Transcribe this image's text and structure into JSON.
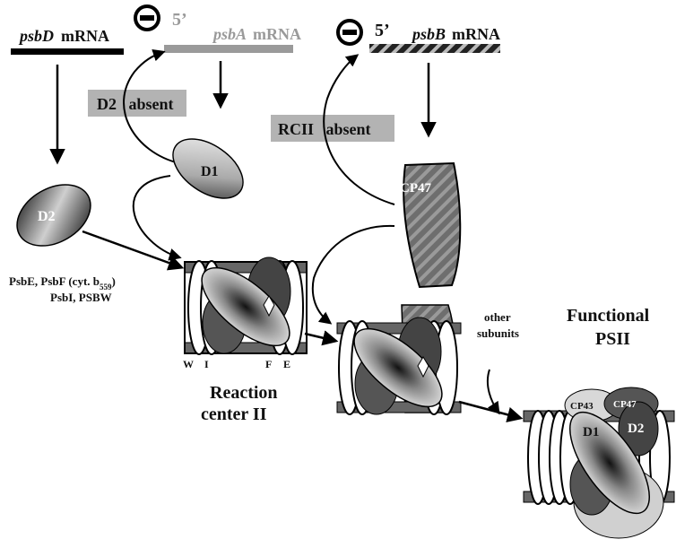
{
  "mrnas": {
    "psbD": {
      "name": "psbD",
      "suffix": " mRNA"
    },
    "psbA": {
      "prime": "5’",
      "name": "psbA",
      "suffix": " mRNA"
    },
    "psbB": {
      "prime": "5’",
      "name": "psbB",
      "suffix": " mRNA"
    }
  },
  "conditions": {
    "d2_absent": "D2   absent",
    "rcii_absent": "RCII   absent"
  },
  "proteins": {
    "d1": "D1",
    "d2": "D2",
    "cp47": "CP47"
  },
  "cofactors": {
    "line1_a": "PsbE, PsbF (cyt. b",
    "line1_sub": "559",
    "line1_b": ")",
    "line2": "PsbI, PSBW"
  },
  "rc_subunits": {
    "w": "W",
    "i": "I",
    "f": "F",
    "e": "E"
  },
  "reaction_center": {
    "line1": "Reaction",
    "line2": "center II"
  },
  "other_subunits": {
    "line1": "other",
    "line2": "subunits"
  },
  "functional_psii": {
    "line1": "Functional",
    "line2": "PSII",
    "cp43": "CP43",
    "cp47": "CP47",
    "d1": "D1",
    "d2": "D2"
  },
  "colors": {
    "black": "#000000",
    "grey_box": "#b3b3b3",
    "grey_text": "#9a9a9a",
    "cp47_fill": "#6e6e6e",
    "psbB_stripe": "#555555"
  },
  "icons": {
    "inhibition": "minus-circle-icon"
  }
}
